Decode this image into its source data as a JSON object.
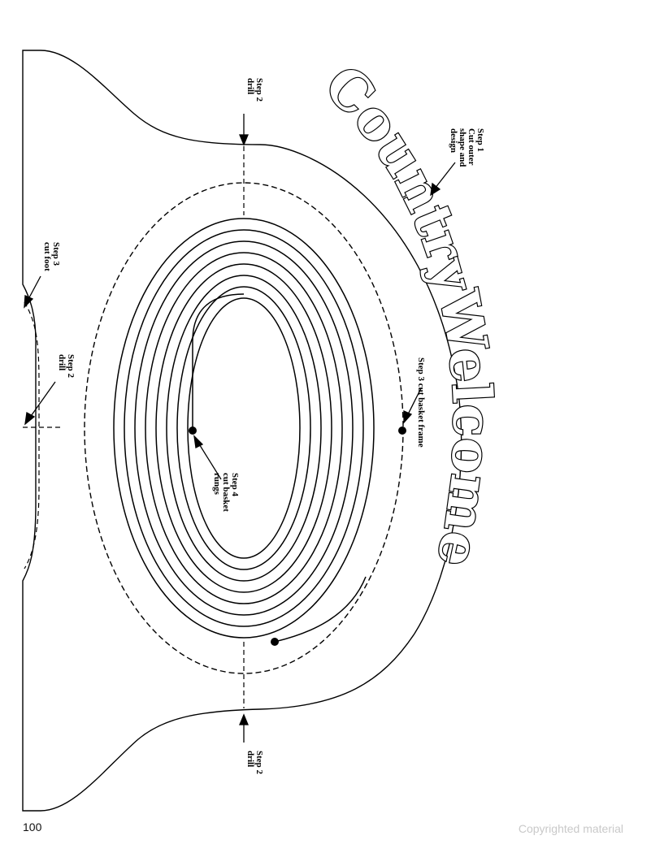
{
  "pattern": {
    "sign_text": "CountryWelcome",
    "labels": {
      "step1": [
        "Step 1",
        "Cut outer",
        "shape and",
        "design"
      ],
      "step2_top": [
        "Step 2",
        "drill"
      ],
      "step2_bottom": [
        "Step 2",
        "drill"
      ],
      "step2_left": [
        "Step 2",
        "drill"
      ],
      "step3_foot": [
        "Step 3",
        "cut foot"
      ],
      "step3_frame": [
        "Step 3 cut basket frame"
      ],
      "step4": [
        "Step 4",
        "cut basket",
        "rungs"
      ]
    }
  },
  "footer": {
    "page_number": "100",
    "copyright": "Copyrighted material"
  }
}
